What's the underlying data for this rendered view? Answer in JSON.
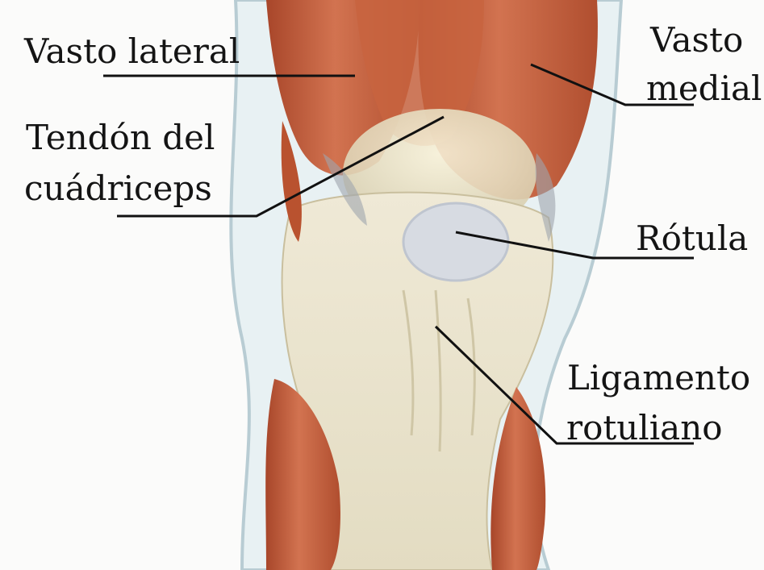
{
  "labels": {
    "vasto_lateral": "Vasto lateral",
    "vasto_medial_line1": "Vasto",
    "vasto_medial_line2": "medial",
    "tendon_line1": "Tendón del",
    "tendon_line2": "cuádriceps",
    "rotula": "Rótula",
    "ligamento_line1": "Ligamento",
    "ligamento_line2": "rotuliano"
  },
  "colors": {
    "muscle": "#c6603c",
    "muscle_dark": "#9a3d22",
    "tendon": "#ece7d4",
    "patella": "#d9dde4",
    "skin_outline": "#cfe0e6",
    "line": "#111111"
  }
}
